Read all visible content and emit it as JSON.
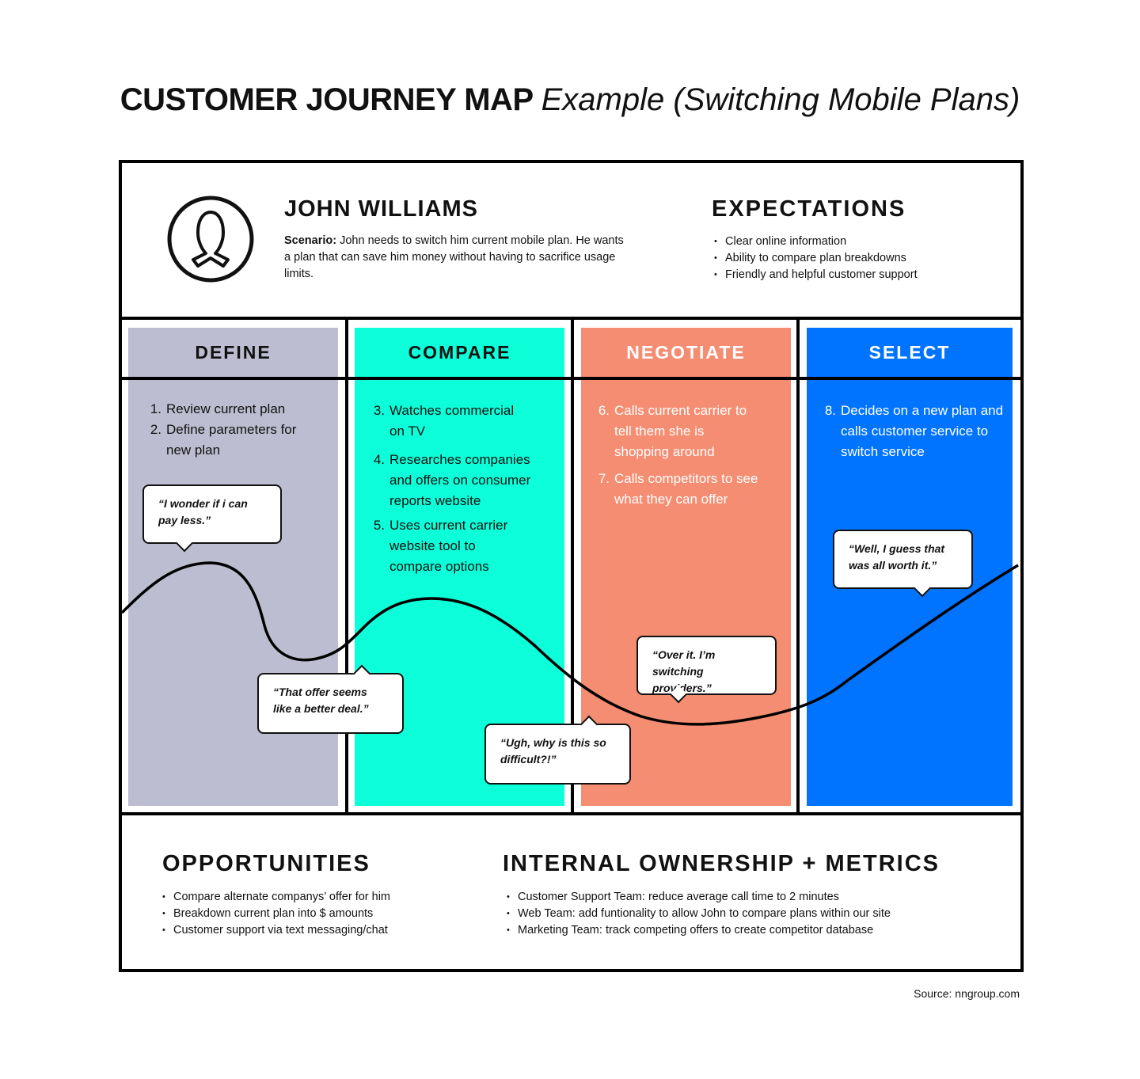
{
  "title": {
    "bold": "CUSTOMER JOURNEY MAP",
    "italic": "Example (Switching Mobile Plans)"
  },
  "persona": {
    "name": "JOHN WILLIAMS",
    "scenario_label": "Scenario:",
    "scenario_text": " John needs to switch him current mobile plan. He wants a plan that can save him money without having to sacrifice usage limits.",
    "icon": "user-avatar-icon"
  },
  "expectations": {
    "title": "EXPECTATIONS",
    "items": [
      "Clear online information",
      "Ability to compare plan breakdowns",
      "Friendly and helpful customer support"
    ]
  },
  "phases": [
    {
      "label": "DEFINE",
      "color": "#BDBDD1",
      "text_color": "#111111",
      "steps": [
        {
          "n": "1.",
          "t": "Review current plan"
        },
        {
          "n": "2.",
          "t": "Define parameters for new plan"
        }
      ]
    },
    {
      "label": "COMPARE",
      "color": "#0DFFD9",
      "text_color": "#111111",
      "steps": [
        {
          "n": "3.",
          "t": "Watches commercial on TV"
        },
        {
          "n": "4.",
          "t": "Researches companies and offers on consumer reports website"
        },
        {
          "n": "5.",
          "t": "Uses current carrier website tool to compare options"
        }
      ]
    },
    {
      "label": "NEGOTIATE",
      "color": "#F58D72",
      "text_color": "#ffffff",
      "steps": [
        {
          "n": "6.",
          "t": "Calls current carrier to tell them she is shopping around"
        },
        {
          "n": "7.",
          "t": "Calls competitors to see what they can offer"
        }
      ]
    },
    {
      "label": "SELECT",
      "color": "#0073FF",
      "text_color": "#ffffff",
      "steps": [
        {
          "n": "8.",
          "t": "Decides on a new plan and calls customer service to switch service"
        }
      ]
    }
  ],
  "quotes": [
    "“I wonder if i can pay less.”",
    "“That offer seems like a better deal.”",
    "“Ugh, why is this so difficult?!”",
    "“Over it. I’m switching providers.”",
    "“Well, I guess that was all worth it.”"
  ],
  "opportunities": {
    "title": "OPPORTUNITIES",
    "items": [
      "Compare alternate companys’ offer for him",
      "Breakdown current plan into $ amounts",
      "Customer support via text messaging/chat"
    ]
  },
  "ownership": {
    "title": "INTERNAL OWNERSHIP + METRICS",
    "items": [
      "Customer Support Team: reduce average call time to 2 minutes",
      "Web Team: add funtionality to allow John to compare plans within our site",
      "Marketing Team: track competing offers to create competitor database"
    ]
  },
  "source": "Source: nngroup.com"
}
